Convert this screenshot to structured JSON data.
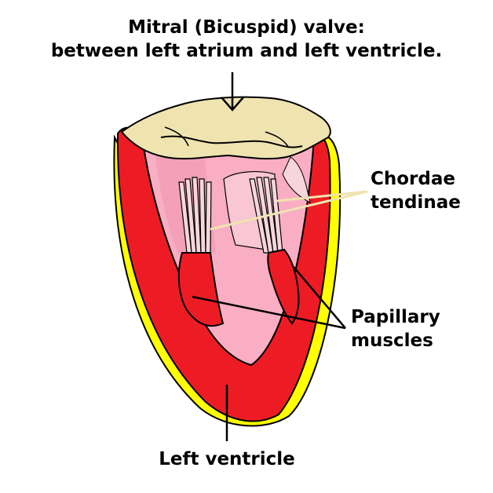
{
  "labels": {
    "mitral_valve": {
      "line1": "Mitral (Bicuspid) valve:",
      "line2": "between left atrium and left ventricle."
    },
    "chordae_tendinae": {
      "line1": "Chordae",
      "line2": "tendinae"
    },
    "papillary_muscles": {
      "line1": "Papillary",
      "line2": "muscles"
    },
    "left_ventricle": "Left ventricle"
  },
  "colors": {
    "background": "#ffffff",
    "outer_layer": "#ffff00",
    "myocardium": "#ed1c24",
    "chamber_interior": "#f9aec4",
    "valve_cusps": "#efe4b0",
    "chordae": "#f6d6dc",
    "outline": "#000000",
    "pointer_line": "#000000"
  }
}
